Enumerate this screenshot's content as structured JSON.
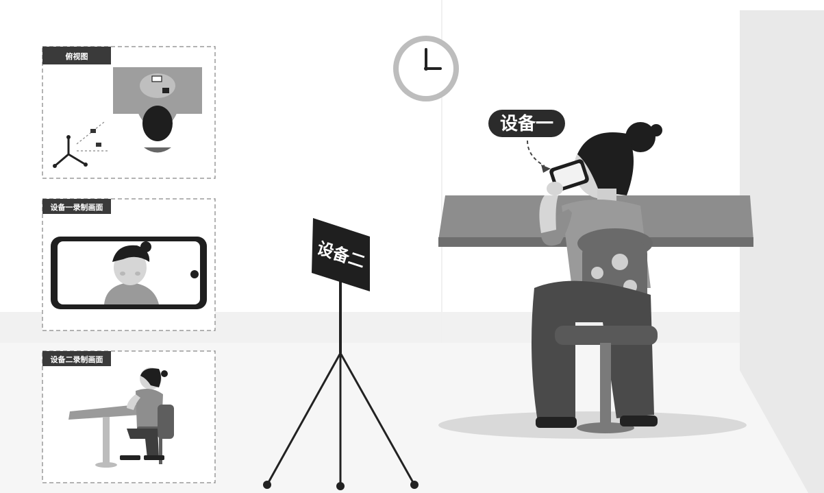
{
  "panels": {
    "top_view_label": "俯视图",
    "device1_view_label": "设备一录制画面",
    "device2_view_label": "设备二录制画面"
  },
  "scene": {
    "device1_callout": "设备一",
    "device2_sign": "设备二"
  },
  "icons": {
    "clock": "clock-icon"
  },
  "colors": {
    "panel_label_bg": "#3a3a3a",
    "table_top": "#8a8a8a",
    "hair": "#1e1e1e",
    "skin": "#d8d8d8",
    "shirt": "#9a9a9a",
    "pants": "#4a4a4a"
  }
}
